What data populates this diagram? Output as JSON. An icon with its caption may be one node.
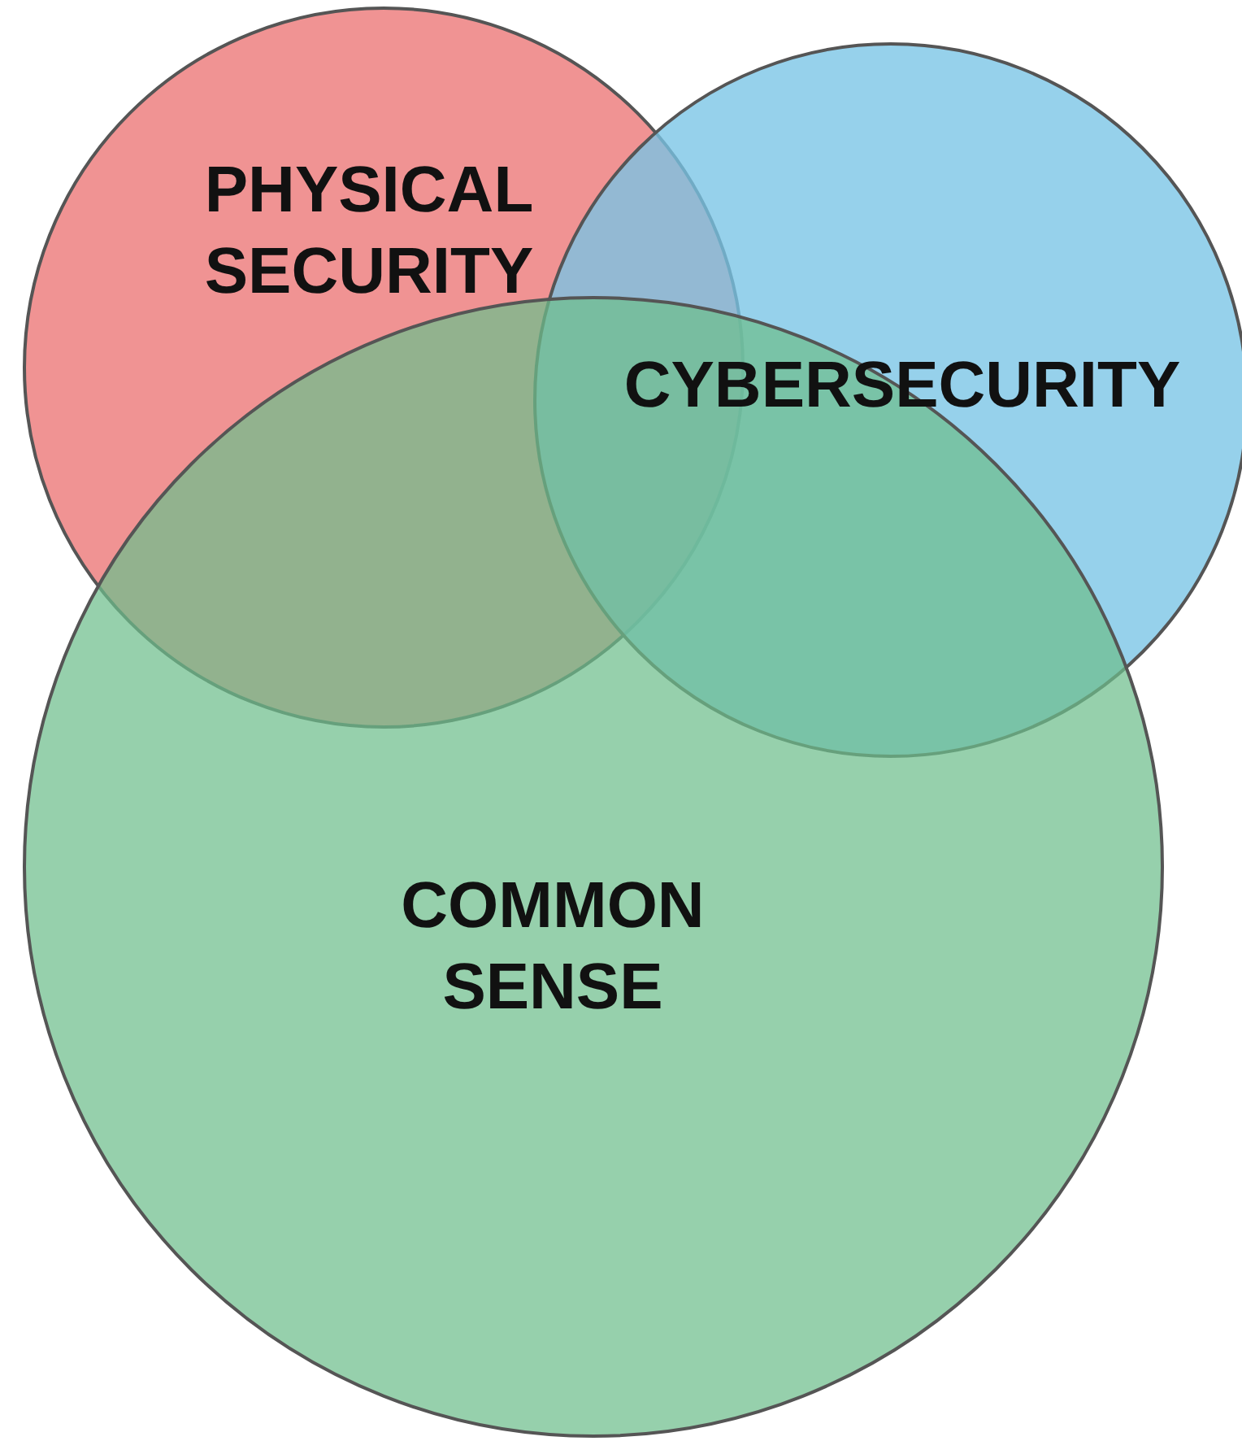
{
  "diagram": {
    "nodes": [
      {
        "text": [
          "PHYSICAL SECURITY"
        ]
      },
      {
        "text": [
          "CYBERSECURITY"
        ]
      },
      {
        "text": [
          "COMMON SENSE"
        ]
      }
    ]
  }
}
